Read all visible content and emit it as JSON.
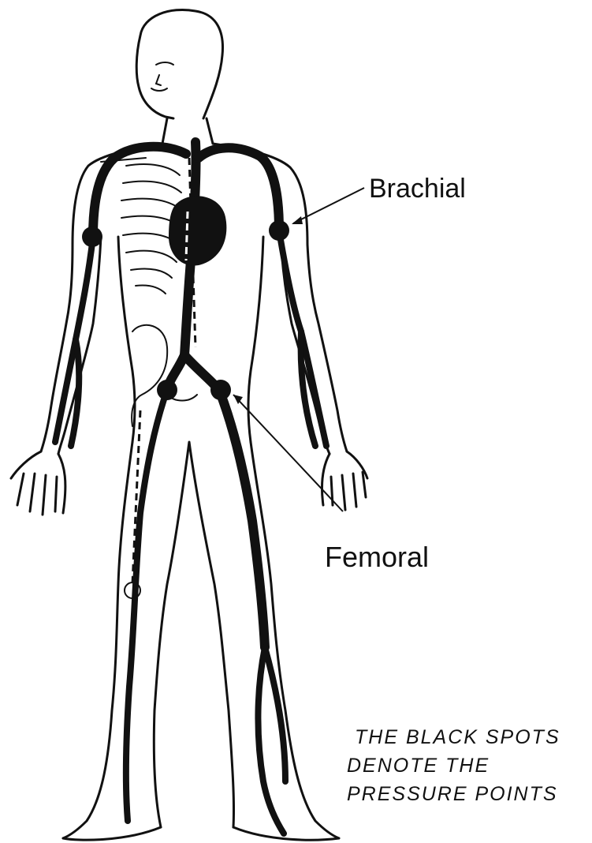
{
  "labels": {
    "brachial": "Brachial",
    "femoral": "Femoral"
  },
  "caption": {
    "line1": "THE BLACK SPOTS",
    "line2": "DENOTE THE",
    "line3": "PRESSURE POINTS"
  },
  "colors": {
    "ink": "#111111",
    "paper": "#ffffff"
  }
}
